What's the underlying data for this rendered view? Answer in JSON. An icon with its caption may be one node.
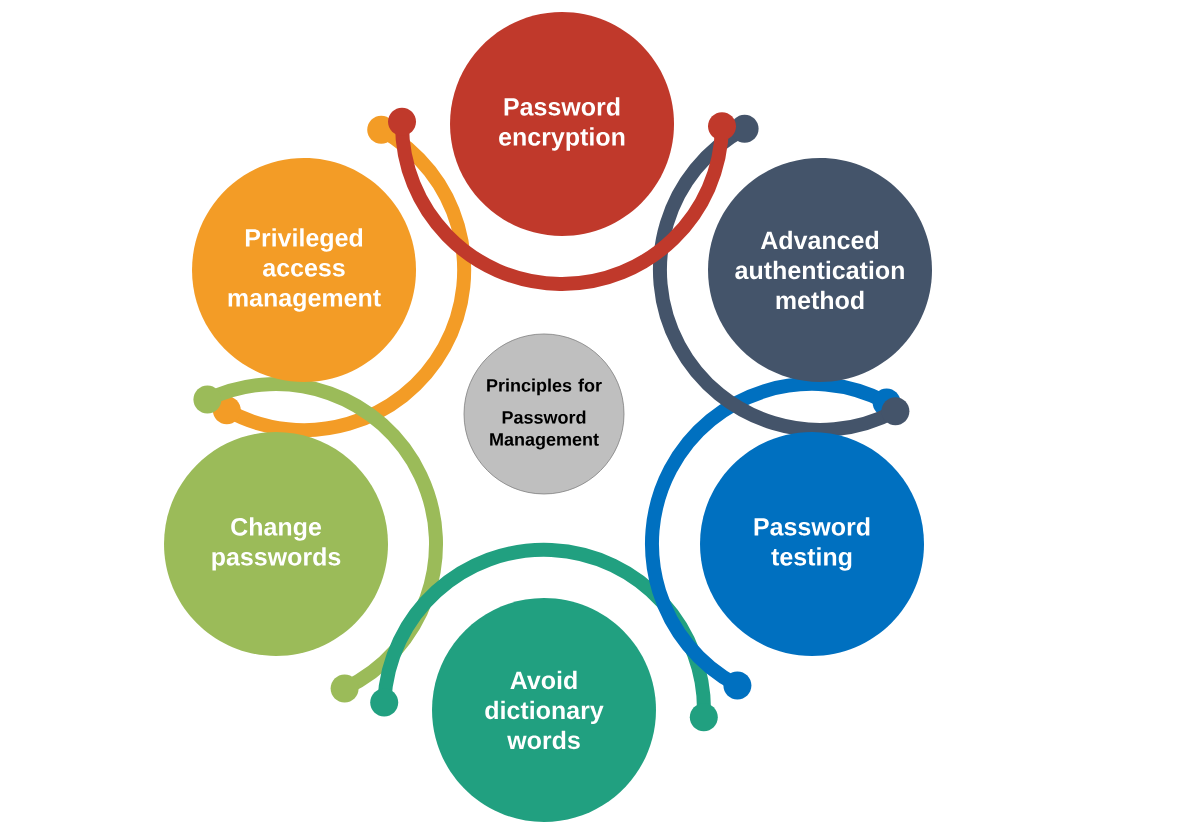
{
  "diagram": {
    "nodes": [
      {
        "text": [
          "Principles for",
          "Password Management"
        ]
      },
      {
        "text": [
          "Password encryption"
        ]
      },
      {
        "text": [
          "Advanced authentication method"
        ]
      },
      {
        "text": [
          "Password testing"
        ]
      },
      {
        "text": [
          "Avoid dictionary words"
        ]
      },
      {
        "text": [
          "Change passwords"
        ]
      },
      {
        "text": [
          "Privileged access management"
        ]
      }
    ]
  }
}
